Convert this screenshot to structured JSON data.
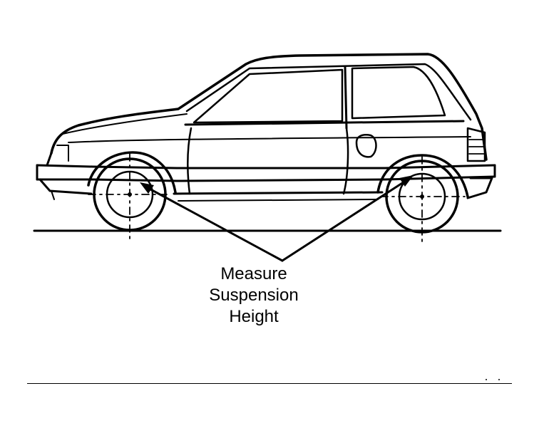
{
  "callout": {
    "line1": "Measure",
    "line2": "Suspension",
    "line3": "Height"
  },
  "colors": {
    "ink": "#000000",
    "background": "#ffffff"
  }
}
